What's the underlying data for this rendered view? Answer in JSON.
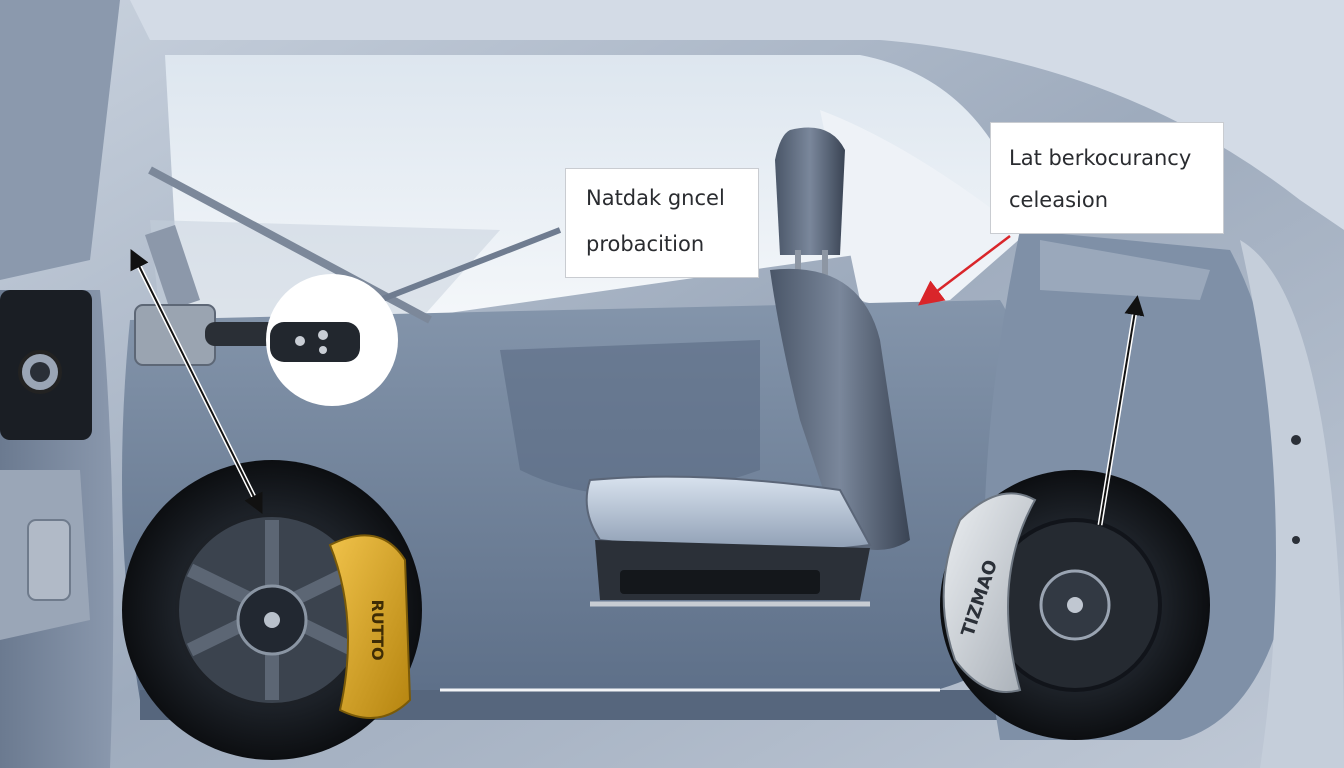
{
  "callouts": {
    "center": {
      "line1": "Natdak gncel",
      "line2": "probacition"
    },
    "right": {
      "line1": "Lat berkocurancy",
      "line2": "celeasion"
    }
  },
  "brakes": {
    "front_caliper_text": "RUTTO",
    "rear_caliper_text": "TIZMAO"
  },
  "colors": {
    "body_paint": "#b7c1d0",
    "interior_panel": "#6d7f97",
    "front_caliper": "#d7a21e",
    "rear_caliper": "#c8ccd0",
    "callout_arrow_red": "#d9252a",
    "arrow_black": "#111111",
    "callout_bg": "#ffffff"
  },
  "icons": [
    "door-handle-icon",
    "lever-icon",
    "seat-icon",
    "wheel-icon",
    "brake-caliper-icon",
    "arrow-icon"
  ]
}
